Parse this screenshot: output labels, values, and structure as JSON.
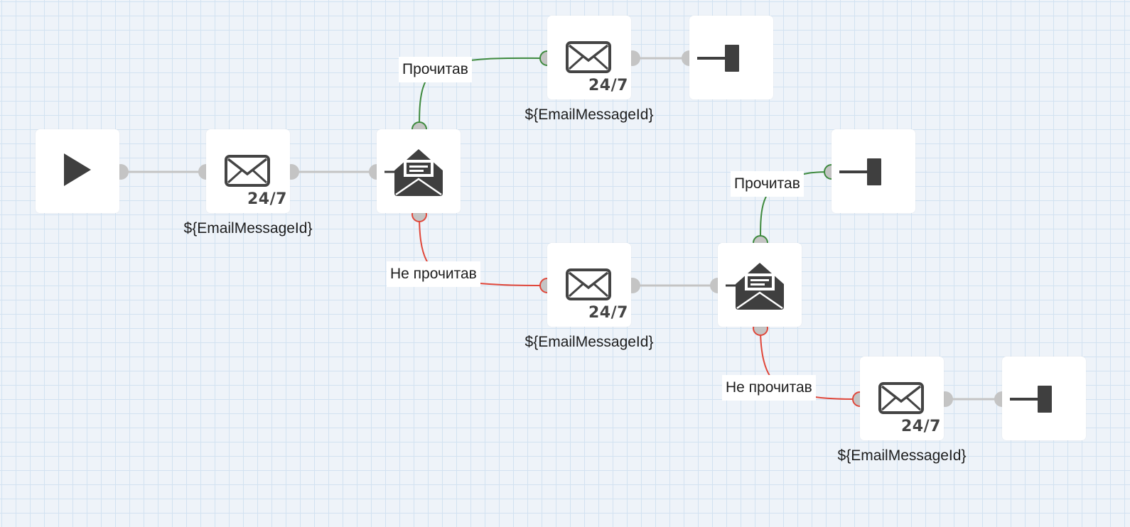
{
  "diagram": {
    "nodes": {
      "start": {
        "type": "start",
        "icon": "play-icon"
      },
      "email1": {
        "type": "send-email",
        "icon": "envelope-icon",
        "badge": "24/7",
        "caption": "${EmailMessageId}"
      },
      "check1": {
        "type": "email-read-check",
        "icon": "open-envelope-icon"
      },
      "email2": {
        "type": "send-email",
        "icon": "envelope-icon",
        "badge": "24/7",
        "caption": "${EmailMessageId}"
      },
      "end1": {
        "type": "end",
        "icon": "end-icon"
      },
      "email3": {
        "type": "send-email",
        "icon": "envelope-icon",
        "badge": "24/7",
        "caption": "${EmailMessageId}"
      },
      "check2": {
        "type": "email-read-check",
        "icon": "open-envelope-icon"
      },
      "end2": {
        "type": "end",
        "icon": "end-icon"
      },
      "email4": {
        "type": "send-email",
        "icon": "envelope-icon",
        "badge": "24/7",
        "caption": "${EmailMessageId}"
      },
      "end3": {
        "type": "end",
        "icon": "end-icon"
      }
    },
    "edge_labels": {
      "read1": "Прочитав",
      "unread1": "Не прочитав",
      "read2": "Прочитав",
      "unread2": "Не прочитав"
    },
    "colors": {
      "neutral_wire": "#c4c4c4",
      "read_wire": "#3e8a3e",
      "unread_wire": "#e0473a",
      "icon": "#3f3f3f"
    }
  }
}
